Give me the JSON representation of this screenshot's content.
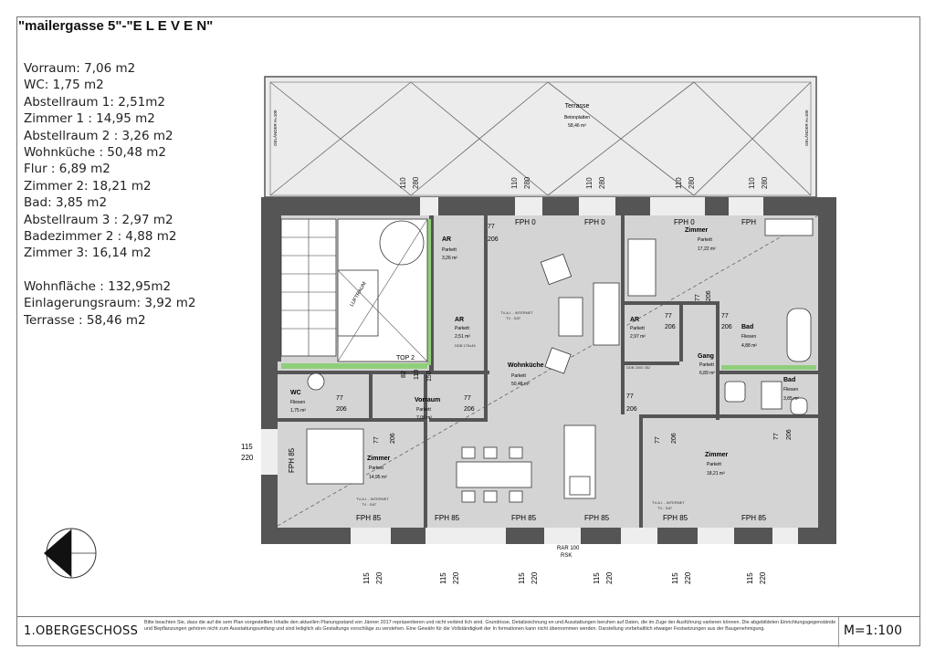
{
  "title": "\"mailergasse 5\"-\"E L E V E N\"",
  "room_list": [
    "Vorraum:  7,06 m2",
    "WC:  1,75 m2",
    "Abstellraum 1:  2,51m2",
    "Zimmer 1 : 14,95 m2",
    "Abstellraum 2 : 3,26 m2",
    "Wohnküche : 50,48 m2",
    "Flur : 6,89 m2",
    "Zimmer 2: 18,21 m2",
    "Bad: 3,85 m2",
    "Abstellraum 3 : 2,97 m2",
    "Badezimmer 2 : 4,88 m2",
    "Zimmer 3: 16,14 m2"
  ],
  "totals": [
    "Wohnfläche : 132,95m2",
    "Einlagerungsraum: 3,92 m2",
    "Terrasse : 58,46 m2"
  ],
  "plan": {
    "terrace": {
      "name": "Terrasse",
      "surface": "Betonplatten",
      "area": "58,46 m²",
      "railing": "GELÄNDER H=100"
    },
    "rooms": [
      {
        "name": "AR",
        "floor": "Parkett",
        "area": "3,26 m²"
      },
      {
        "name": "AR",
        "floor": "Parkett",
        "area": "2,51 m²"
      },
      {
        "name": "Wohnküche",
        "floor": "Parkett",
        "area": "50,48 m²"
      },
      {
        "name": "Zimmer",
        "floor": "Parkett",
        "area": "17,22 m²"
      },
      {
        "name": "AR",
        "floor": "Parkett",
        "area": "2,97 m²"
      },
      {
        "name": "Gang",
        "floor": "Parkett",
        "area": "6,89 m²"
      },
      {
        "name": "Bad",
        "floor": "Fliesen",
        "area": "4,88 m²"
      },
      {
        "name": "Bad",
        "floor": "Fliesen",
        "area": "3,85 m²"
      },
      {
        "name": "WC",
        "floor": "Fliesen",
        "area": "1,75 m²"
      },
      {
        "name": "Vorraum",
        "floor": "Parkett",
        "area": "7,06 m²"
      },
      {
        "name": "Zimmer",
        "floor": "Parkett",
        "area": "14,95 m²"
      },
      {
        "name": "Zimmer",
        "floor": "Parkett",
        "area": "18,21 m²"
      }
    ],
    "labels": {
      "luftraum": "LUFTRAUM",
      "top": "TOP 2",
      "fph0": "FPH 0",
      "fph85": "FPH 85",
      "fph": "FPH",
      "d77": "77",
      "d206": "206",
      "d110": "110",
      "d280": "280",
      "d115": "115",
      "d220": "220",
      "d82": "82",
      "d110b": "110",
      "d150": "150",
      "rar": "RAR 100",
      "rsk": "RSK",
      "tv": "TV-A.I. - INTERNET",
      "tvsat": "TV - SAT",
      "ddb1": "DDB 175x45",
      "ddb2": "DDB 2000 352"
    }
  },
  "footer": {
    "floor_label": "1.OBERGESCHOSS",
    "note": "Bitte beachten Sie, dass die auf die sem Plan vorgestellten Inhalte den aktuellen Planungsstand von Jänner 2017 repräsentieren und nicht verbind lich sind. Grundrisse, Detailzeichnung en und Ausstattungen beruhen auf Daten, die im Zuge der Ausführung variieren können. Die abgebildeten Einrichtungsgegenstände und Bepflanzungen gehören nicht zum Ausstattungsumfang und sind lediglich als Gestaltungs vorschläge zu verstehen. Eine Gewähr für die Vollständigkeit der In formationen kann nicht übernommen werden. Darstellung vorbehaltlich etwaiger Festsetzungen aus der Baugenehmigung.",
    "scale": "M=1:100"
  },
  "colors": {
    "wall": "#5a5a5a",
    "floor": "#d6d6d6",
    "terrace": "#e8e8e8",
    "green": "#8fcf7a"
  }
}
